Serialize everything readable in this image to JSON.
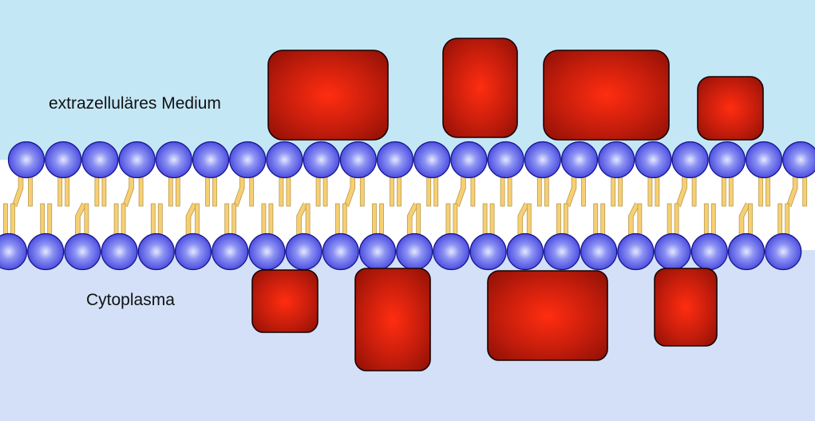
{
  "labels": {
    "extracellular": "extrazelluläres Medium",
    "cytoplasm": "Cytoplasma"
  },
  "colors": {
    "extracellular_background": "#c4e7f6",
    "membrane_core": "#ffffff",
    "cytoplasm_background": "#d3e0f8",
    "phospholipid_head": "#3737d9",
    "phospholipid_head_highlight": "#e4e8ff",
    "phospholipid_tail": "#f7cf73",
    "protein": "#c41d0c",
    "protein_highlight": "#ff2d10"
  },
  "icons": {
    "phospholipid_head": "sphere",
    "protein": "rounded-rectangle"
  }
}
